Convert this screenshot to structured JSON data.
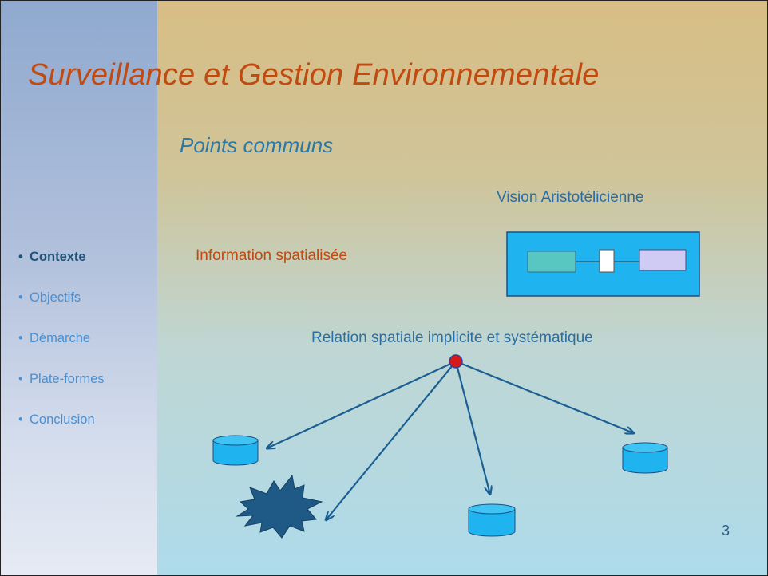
{
  "slide": {
    "title": "Surveillance et Gestion  Environnementale",
    "subtitle": "Points communs",
    "labels": {
      "information": "Information  spatialisée",
      "vision": "Vision Aristotélicienne",
      "relation": "Relation spatiale implicite et systématique"
    },
    "page_number": "3"
  },
  "nav": {
    "items": [
      {
        "label": "Contexte",
        "active": true
      },
      {
        "label": "Objectifs",
        "active": false
      },
      {
        "label": "Démarche",
        "active": false
      },
      {
        "label": "Plate-formes",
        "active": false
      },
      {
        "label": "Conclusion",
        "active": false
      }
    ]
  },
  "colors": {
    "title": "#c04a10",
    "accent_blue": "#2a6da0",
    "cylinder": "#1fb3ef",
    "arrow": "#1b5f92",
    "node": "#d61a1a",
    "burst": "#1e5a85"
  },
  "icons": [
    "bullet-icon",
    "database-icon",
    "explosion-icon",
    "node-icon"
  ]
}
